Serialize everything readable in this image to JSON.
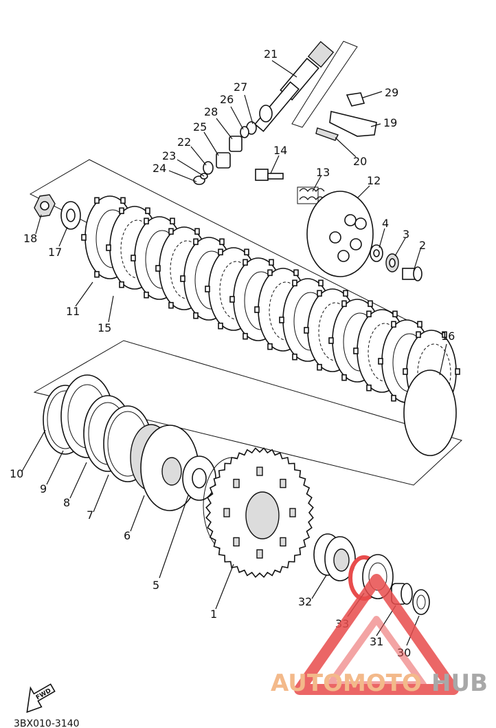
{
  "diagram": {
    "kind": "exploded parts diagram - clutch assembly",
    "parts": [
      {
        "id": "p1",
        "label": "1"
      },
      {
        "id": "p2",
        "label": "2"
      },
      {
        "id": "p3",
        "label": "3"
      },
      {
        "id": "p4",
        "label": "4"
      },
      {
        "id": "p5",
        "label": "5"
      },
      {
        "id": "p6",
        "label": "6"
      },
      {
        "id": "p7",
        "label": "7"
      },
      {
        "id": "p8",
        "label": "8"
      },
      {
        "id": "p9",
        "label": "9"
      },
      {
        "id": "p10",
        "label": "10"
      },
      {
        "id": "p11",
        "label": "11"
      },
      {
        "id": "p12",
        "label": "12"
      },
      {
        "id": "p13",
        "label": "13"
      },
      {
        "id": "p14",
        "label": "14"
      },
      {
        "id": "p15",
        "label": "15"
      },
      {
        "id": "p16",
        "label": "16"
      },
      {
        "id": "p17",
        "label": "17"
      },
      {
        "id": "p18",
        "label": "18"
      },
      {
        "id": "p19",
        "label": "19"
      },
      {
        "id": "p20",
        "label": "20"
      },
      {
        "id": "p21",
        "label": "21"
      },
      {
        "id": "p22",
        "label": "22"
      },
      {
        "id": "p23",
        "label": "23"
      },
      {
        "id": "p24",
        "label": "24"
      },
      {
        "id": "p25",
        "label": "25"
      },
      {
        "id": "p26",
        "label": "26"
      },
      {
        "id": "p27",
        "label": "27"
      },
      {
        "id": "p28",
        "label": "28"
      },
      {
        "id": "p29",
        "label": "29"
      },
      {
        "id": "p30",
        "label": "30"
      },
      {
        "id": "p31",
        "label": "31"
      },
      {
        "id": "p32",
        "label": "32"
      },
      {
        "id": "p33",
        "label": "33"
      }
    ],
    "fwd_label": "FWD",
    "drawing_code": "3BX010-3140"
  },
  "watermark": {
    "part1": "AUTOMOTO",
    "part2": "HUB",
    "triangle_color": "#e84c4c",
    "auto_color": "#f3b98a",
    "hub_color": "#a8a8a8"
  },
  "colors": {
    "line": "#111111",
    "highlight": "#e84c4c"
  }
}
